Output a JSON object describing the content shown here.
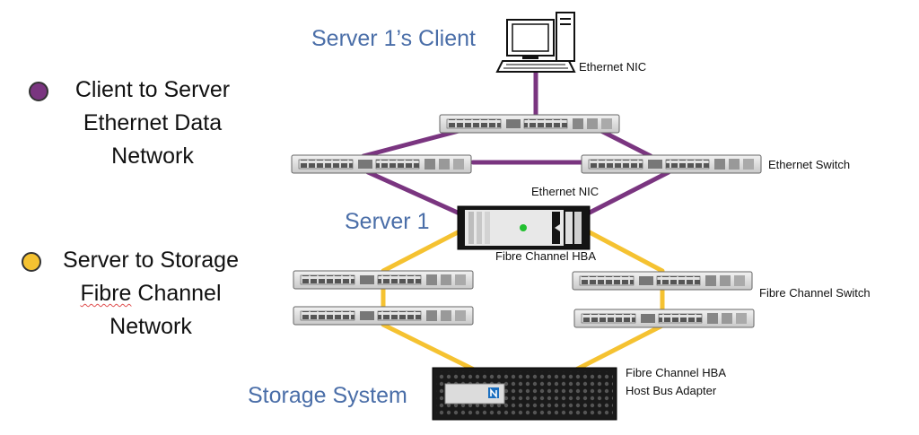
{
  "title_client": "Server 1’s Client",
  "title_server": "Server 1",
  "title_storage": "Storage System",
  "labels": {
    "ethernet_nic_client": "Ethernet NIC",
    "ethernet_switch": "Ethernet Switch",
    "ethernet_nic_server": "Ethernet NIC",
    "fc_hba_server": "Fibre Channel HBA",
    "fc_switch": "Fibre Channel Switch",
    "fc_hba_storage_line1": "Fibre Channel HBA",
    "fc_hba_storage_line2": "Host Bus Adapter"
  },
  "legend": {
    "ethernet": {
      "line1": "Client to Server",
      "line2": "Ethernet Data",
      "line3": "Network",
      "color": "#7a3580"
    },
    "fibre": {
      "line1": "Server to Storage",
      "line2a": "Fibre",
      "line2b": " Channel",
      "line3": "Network",
      "color": "#f5c231"
    }
  },
  "colors": {
    "ethernet_link": "#7a3580",
    "fibre_link": "#f5c231",
    "title_blue": "#4a6ea8"
  }
}
